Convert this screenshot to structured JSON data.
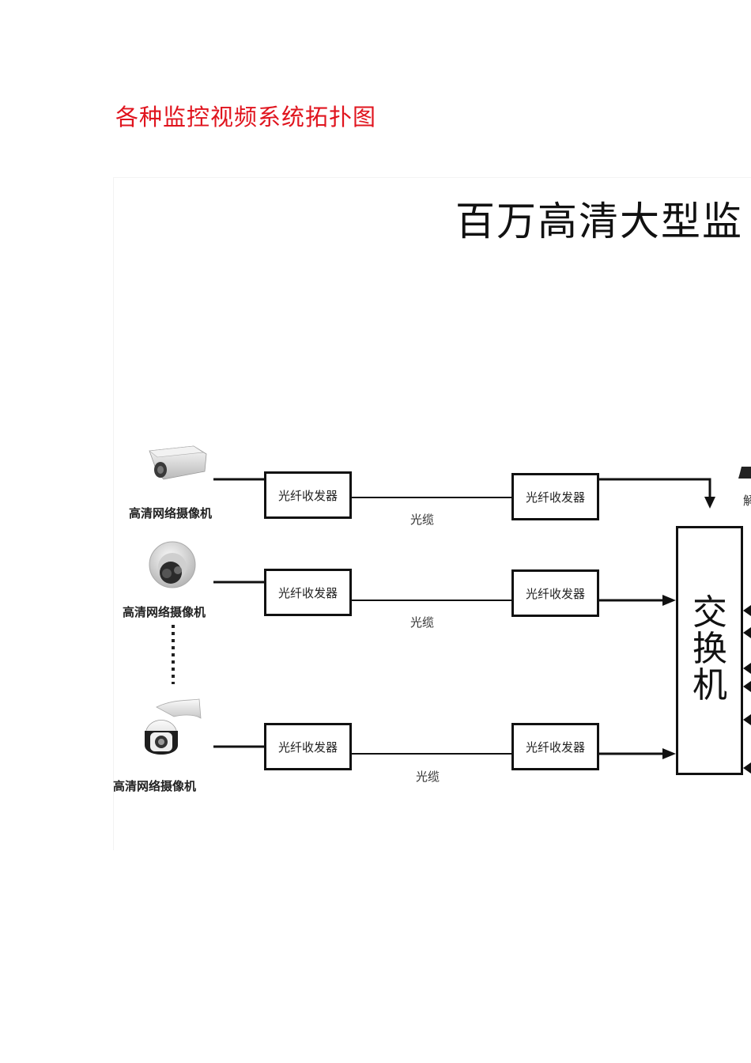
{
  "heading": "各种监控视频系统拓扑图",
  "heading_color": "#e0141e",
  "diagram": {
    "title": "百万高清大型监",
    "switch_label": "交换机",
    "switch_label_chars": [
      "交",
      "换",
      "机"
    ],
    "rows": [
      {
        "camera_type": "bullet-camera",
        "camera_label": "高清网络摄像机",
        "transceiver_left": "光纤收发器",
        "cable_label": "光缆",
        "transceiver_right": "光纤收发器"
      },
      {
        "camera_type": "dome-camera",
        "camera_label": "高清网络摄像机",
        "transceiver_left": "光纤收发器",
        "cable_label": "光缆",
        "transceiver_right": "光纤收发器"
      },
      {
        "camera_type": "ptz-speed-dome-camera",
        "camera_label": "高清网络摄像机",
        "transceiver_left": "光纤收发器",
        "cable_label": "光缆",
        "transceiver_right": "光纤收发器"
      }
    ],
    "ellipsis": "⋮",
    "cut_off_label": "解"
  }
}
